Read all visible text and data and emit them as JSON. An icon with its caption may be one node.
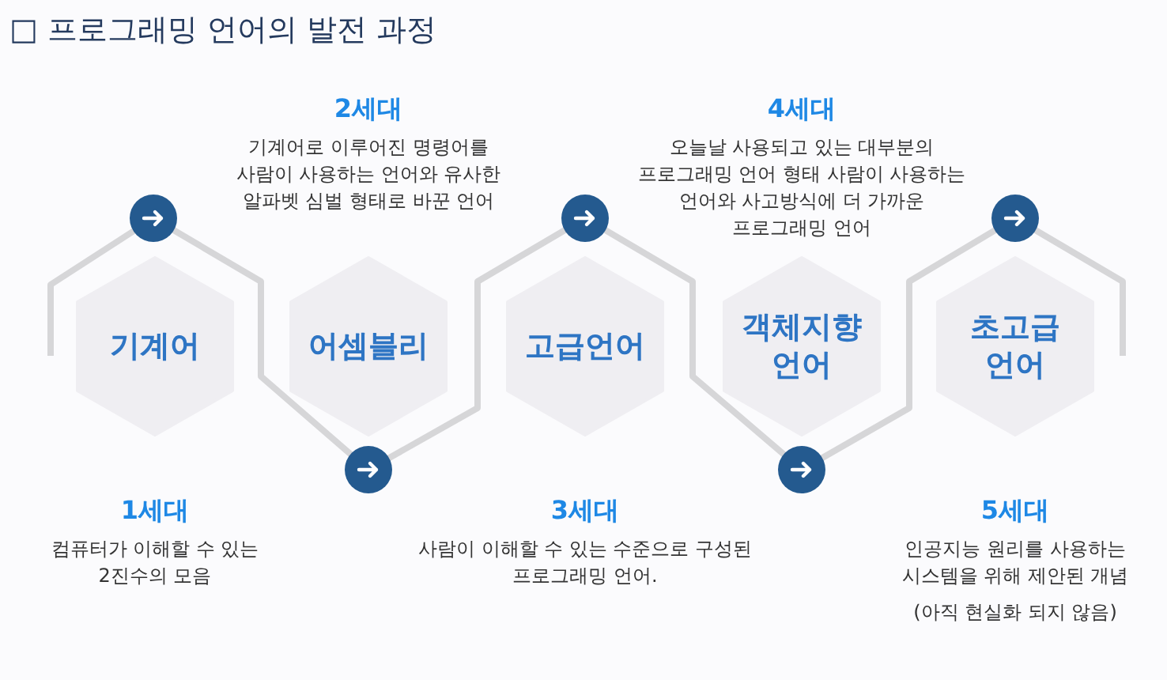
{
  "diagram": {
    "title": "□ 프로그래밍 언어의 발전 과정",
    "nodes": [
      {
        "text": [
          "기계어"
        ],
        "beside": [
          "1세대",
          "컴퓨터가 이해할 수 있는 2진수의 모음"
        ]
      },
      {
        "text": [
          "어셈블리"
        ],
        "beside": [
          "2세대",
          "기계어로 이루어진 명령어를 사람이 사용하는 언어와 유사한 알파벳 심벌 형태로 바꾼 언어"
        ]
      },
      {
        "text": [
          "고급언어"
        ],
        "beside": [
          "3세대",
          "사람이 이해할 수 있는 수준으로 구성된 프로그래밍 언어."
        ]
      },
      {
        "text": [
          "객체지향 언어"
        ],
        "beside": [
          "4세대",
          "오늘날 사용되고 있는 대부분의 프로그래밍 언어 형태 사람이 사용하는 언어와 사고방식에 더 가까운 프로그래밍 언어"
        ]
      },
      {
        "text": [
          "초고급 언어"
        ],
        "beside": [
          "5세대",
          "인공지능 원리를 사용하는 시스템을 위해 제안된 개념",
          "(아직 현실화 되지 않음)"
        ]
      }
    ]
  }
}
